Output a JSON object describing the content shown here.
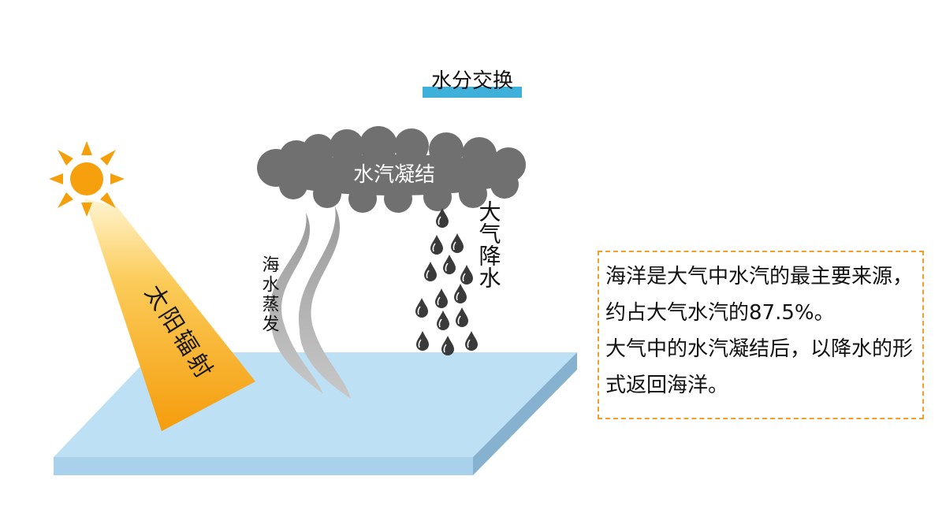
{
  "title": "水分交换",
  "labels": {
    "cloud": "水汽凝结",
    "sun_ray": "太阳辐射",
    "evaporation": "海水蒸发",
    "precipitation": "大气降水"
  },
  "info": {
    "line1": "海洋是大气中水汽的最主要来源，约占大气水汽的87.5%。",
    "line2": "大气中的水汽凝结后，以降水的形式返回海洋。"
  },
  "colors": {
    "ocean_top": "#bde0f5",
    "ocean_side": "#8ab6d4",
    "cloud": "#6f6f6f",
    "sun": "#f59f0a",
    "beam": "#f7a21b",
    "title_bar": "#3fb0d9",
    "box_border": "#f0a028"
  }
}
